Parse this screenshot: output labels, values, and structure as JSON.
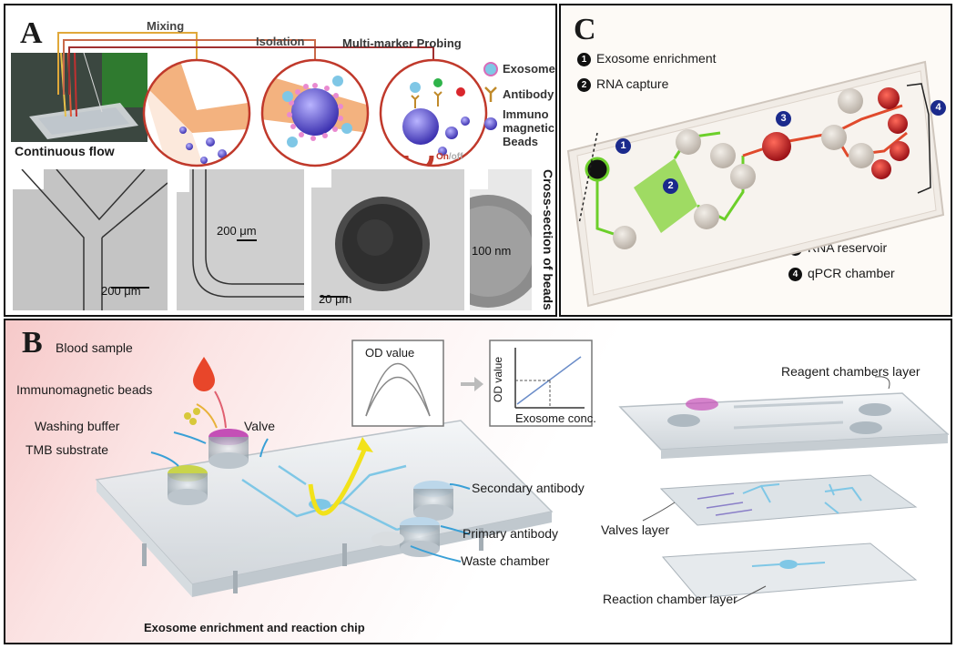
{
  "panel_a": {
    "letter": "A",
    "mixing": "Mixing",
    "isolation": "Isolation",
    "multi_marker": "Multi-marker Probing",
    "continuous_flow": "Continuous flow",
    "legend_exosome": "Exosome",
    "legend_antibody": "Antibody",
    "legend_beads_line1": "Immuno",
    "legend_beads_line2": "magnetic",
    "legend_beads_line3": "Beads",
    "on_label": "On",
    "off_label": "/off",
    "scale1": "200 μm",
    "scale2": "200 μm",
    "scale3": "20 μm",
    "scale4": "100 nm",
    "cross_section": "Cross-section of beads"
  },
  "panel_b": {
    "letter": "B",
    "blood_sample": "Blood sample",
    "immunomagnetic_beads": "Immunomagnetic beads",
    "washing_buffer": "Washing buffer",
    "tmb_substrate": "TMB substrate",
    "valve": "Valve",
    "od_value": "OD value",
    "graph_ylabel": "OD value",
    "graph_xlabel": "Exosome conc.",
    "secondary_antibody": "Secondary antibody",
    "primary_antibody": "Primary antibody",
    "waste_chamber": "Waste chamber",
    "chip_title": "Exosome enrichment and reaction chip",
    "reagent_layer": "Reagent chambers layer",
    "valves_layer": "Valves layer",
    "reaction_layer": "Reaction chamber layer"
  },
  "panel_c": {
    "letter": "C",
    "items": [
      {
        "num": "1",
        "label": "Exosome enrichment"
      },
      {
        "num": "2",
        "label": "RNA capture"
      },
      {
        "num": "3",
        "label": "RNA reservoir"
      },
      {
        "num": "4",
        "label": "qPCR chamber"
      }
    ]
  },
  "colors": {
    "mixing_line": "#e0a83a",
    "isolation_line": "#c96a4a",
    "probing_line": "#a03030",
    "flow_orange": "#f3b27f",
    "bead_purple": "#5a4fc9",
    "chip_green": "#6ccf2a",
    "chip_red": "#d9262c",
    "badge_blue": "#1b2a8c",
    "arrow_yellow": "#f2e21a"
  }
}
